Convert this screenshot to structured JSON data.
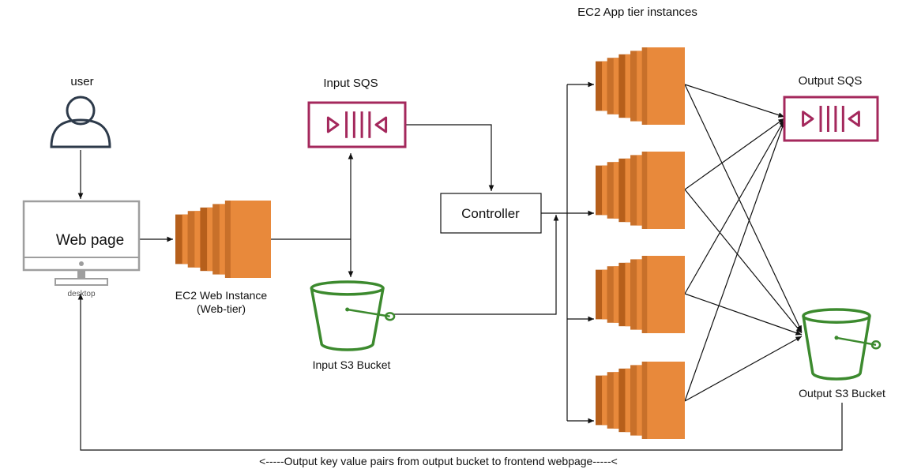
{
  "labels": {
    "user": "user",
    "web_page": "Web page",
    "desktop": "desktop",
    "ec2_web": "EC2 Web Instance",
    "web_tier": "(Web-tier)",
    "input_sqs": "Input SQS",
    "input_s3": "Input S3 Bucket",
    "controller": "Controller",
    "ec2_app_tier": "EC2 App tier instances",
    "output_sqs": "Output SQS",
    "output_s3": "Output S3 Bucket",
    "feedback": "<-----Output key value pairs from output bucket to frontend webpage-----<"
  },
  "icons": {
    "user": "user-icon",
    "desktop": "desktop-monitor-icon",
    "ec2": "ec2-instance-icon",
    "sqs": "sqs-queue-icon",
    "s3": "s3-bucket-icon"
  },
  "colors": {
    "ec2_dark": "#b65f1b",
    "ec2_mid": "#c8702a",
    "ec2_light": "#e8893b",
    "sqs": "#a4285c",
    "s3": "#3c8a2e",
    "line": "#111111",
    "monitor": "#9e9e9e"
  }
}
